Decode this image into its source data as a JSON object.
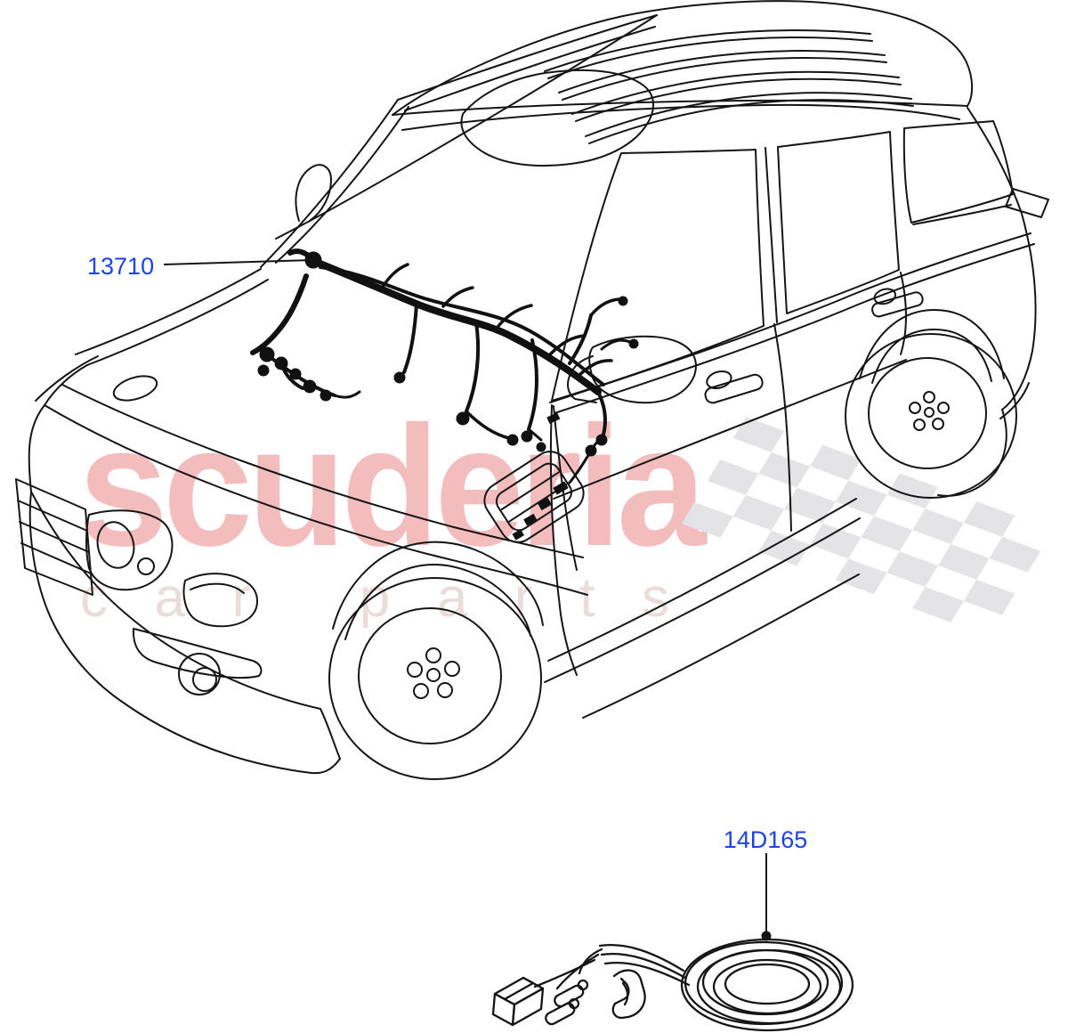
{
  "diagram": {
    "kind": "vehicle-parts-line-illustration",
    "labels": [
      {
        "text": "13710"
      },
      {
        "text": "14D165"
      }
    ],
    "watermark": {
      "brand": "scuderia",
      "tagline": "car parts"
    },
    "colors": {
      "label_blue": "#1c43ea",
      "line_black": "#151515",
      "harness_black": "#111111",
      "watermark_pink": "#f4bdbd",
      "tagline_gray": "#e9dcda",
      "flag_gray": "#e4e4e6",
      "background": "#ffffff"
    }
  }
}
